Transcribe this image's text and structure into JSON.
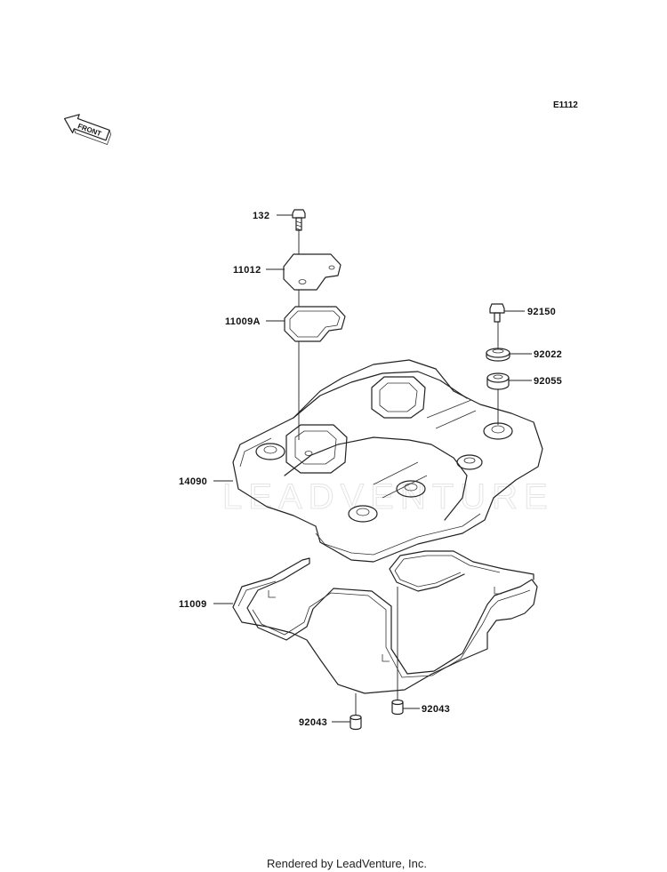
{
  "diagram_code": "E1112",
  "front_arrow_text": "FRONT",
  "watermark_text": "LEADVENTURE",
  "footer_text": "Rendered by LeadVenture, Inc.",
  "parts": [
    {
      "id": "132",
      "label": "132"
    },
    {
      "id": "11012",
      "label": "11012"
    },
    {
      "id": "11009A",
      "label": "11009A"
    },
    {
      "id": "92150",
      "label": "92150"
    },
    {
      "id": "92022",
      "label": "92022"
    },
    {
      "id": "92055",
      "label": "92055"
    },
    {
      "id": "14090",
      "label": "14090"
    },
    {
      "id": "11009",
      "label": "11009"
    },
    {
      "id": "92043a",
      "label": "92043"
    },
    {
      "id": "92043b",
      "label": "92043"
    }
  ]
}
